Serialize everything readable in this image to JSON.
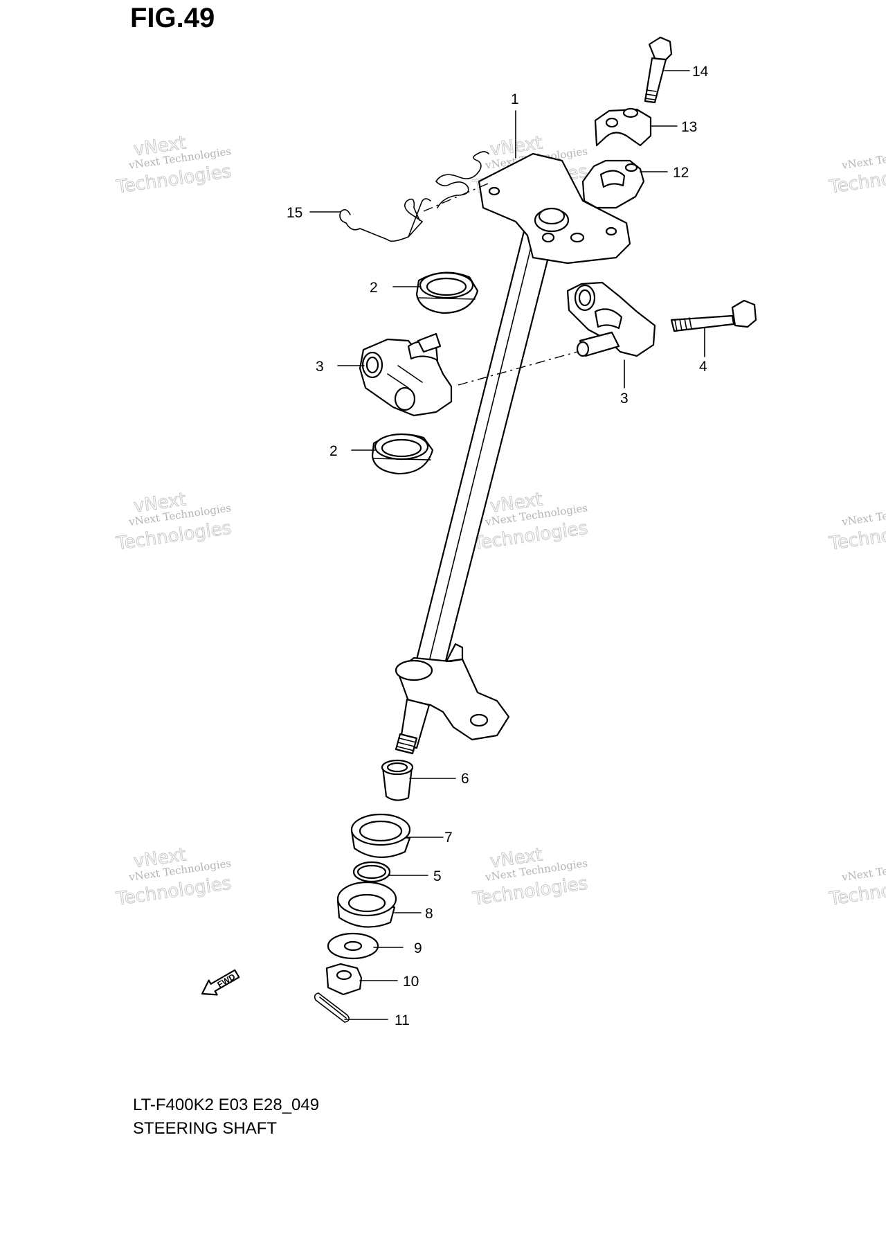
{
  "figure_title": "FIG.49",
  "model_code": "LT-F400K2 E03 E28_049",
  "assembly_name": "STEERING SHAFT",
  "fwd_label": "FWD",
  "watermark": {
    "line1": "vNext Technologies",
    "line2": "Technologies",
    "line3": "vNext"
  },
  "callouts": [
    {
      "id": "1",
      "label": "1"
    },
    {
      "id": "2a",
      "label": "2"
    },
    {
      "id": "2b",
      "label": "2"
    },
    {
      "id": "3a",
      "label": "3"
    },
    {
      "id": "3b",
      "label": "3"
    },
    {
      "id": "4",
      "label": "4"
    },
    {
      "id": "5",
      "label": "5"
    },
    {
      "id": "6",
      "label": "6"
    },
    {
      "id": "7",
      "label": "7"
    },
    {
      "id": "8",
      "label": "8"
    },
    {
      "id": "9",
      "label": "9"
    },
    {
      "id": "10",
      "label": "10"
    },
    {
      "id": "11",
      "label": "11"
    },
    {
      "id": "12",
      "label": "12"
    },
    {
      "id": "13",
      "label": "13"
    },
    {
      "id": "14",
      "label": "14"
    },
    {
      "id": "15",
      "label": "15"
    }
  ]
}
